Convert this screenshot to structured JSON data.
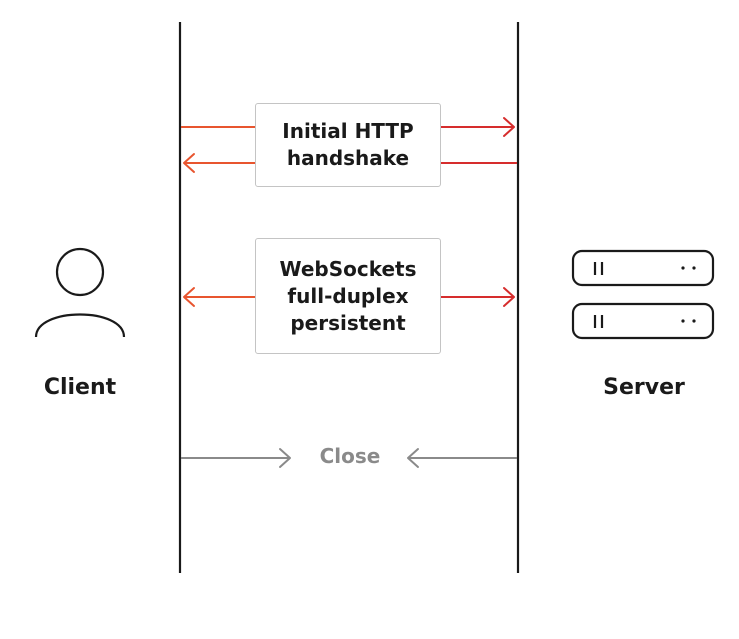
{
  "participants": {
    "client_label": "Client",
    "server_label": "Server"
  },
  "messages": {
    "handshake": {
      "line_1": "Initial HTTP",
      "line_2": "handshake"
    },
    "websockets": {
      "line_1": "WebSockets",
      "line_2": "full-duplex",
      "line_3": "persistent"
    },
    "close": "Close"
  },
  "colors": {
    "lifeline": "#1a1a1a",
    "arrow_orange": "#e8552f",
    "arrow_red": "#d62d2d",
    "arrow_gray": "#8a8a8a",
    "box_border": "#c4c4c4",
    "text": "#1a1a1a"
  },
  "icons": {
    "client": "person-icon",
    "server": "server-icon"
  }
}
